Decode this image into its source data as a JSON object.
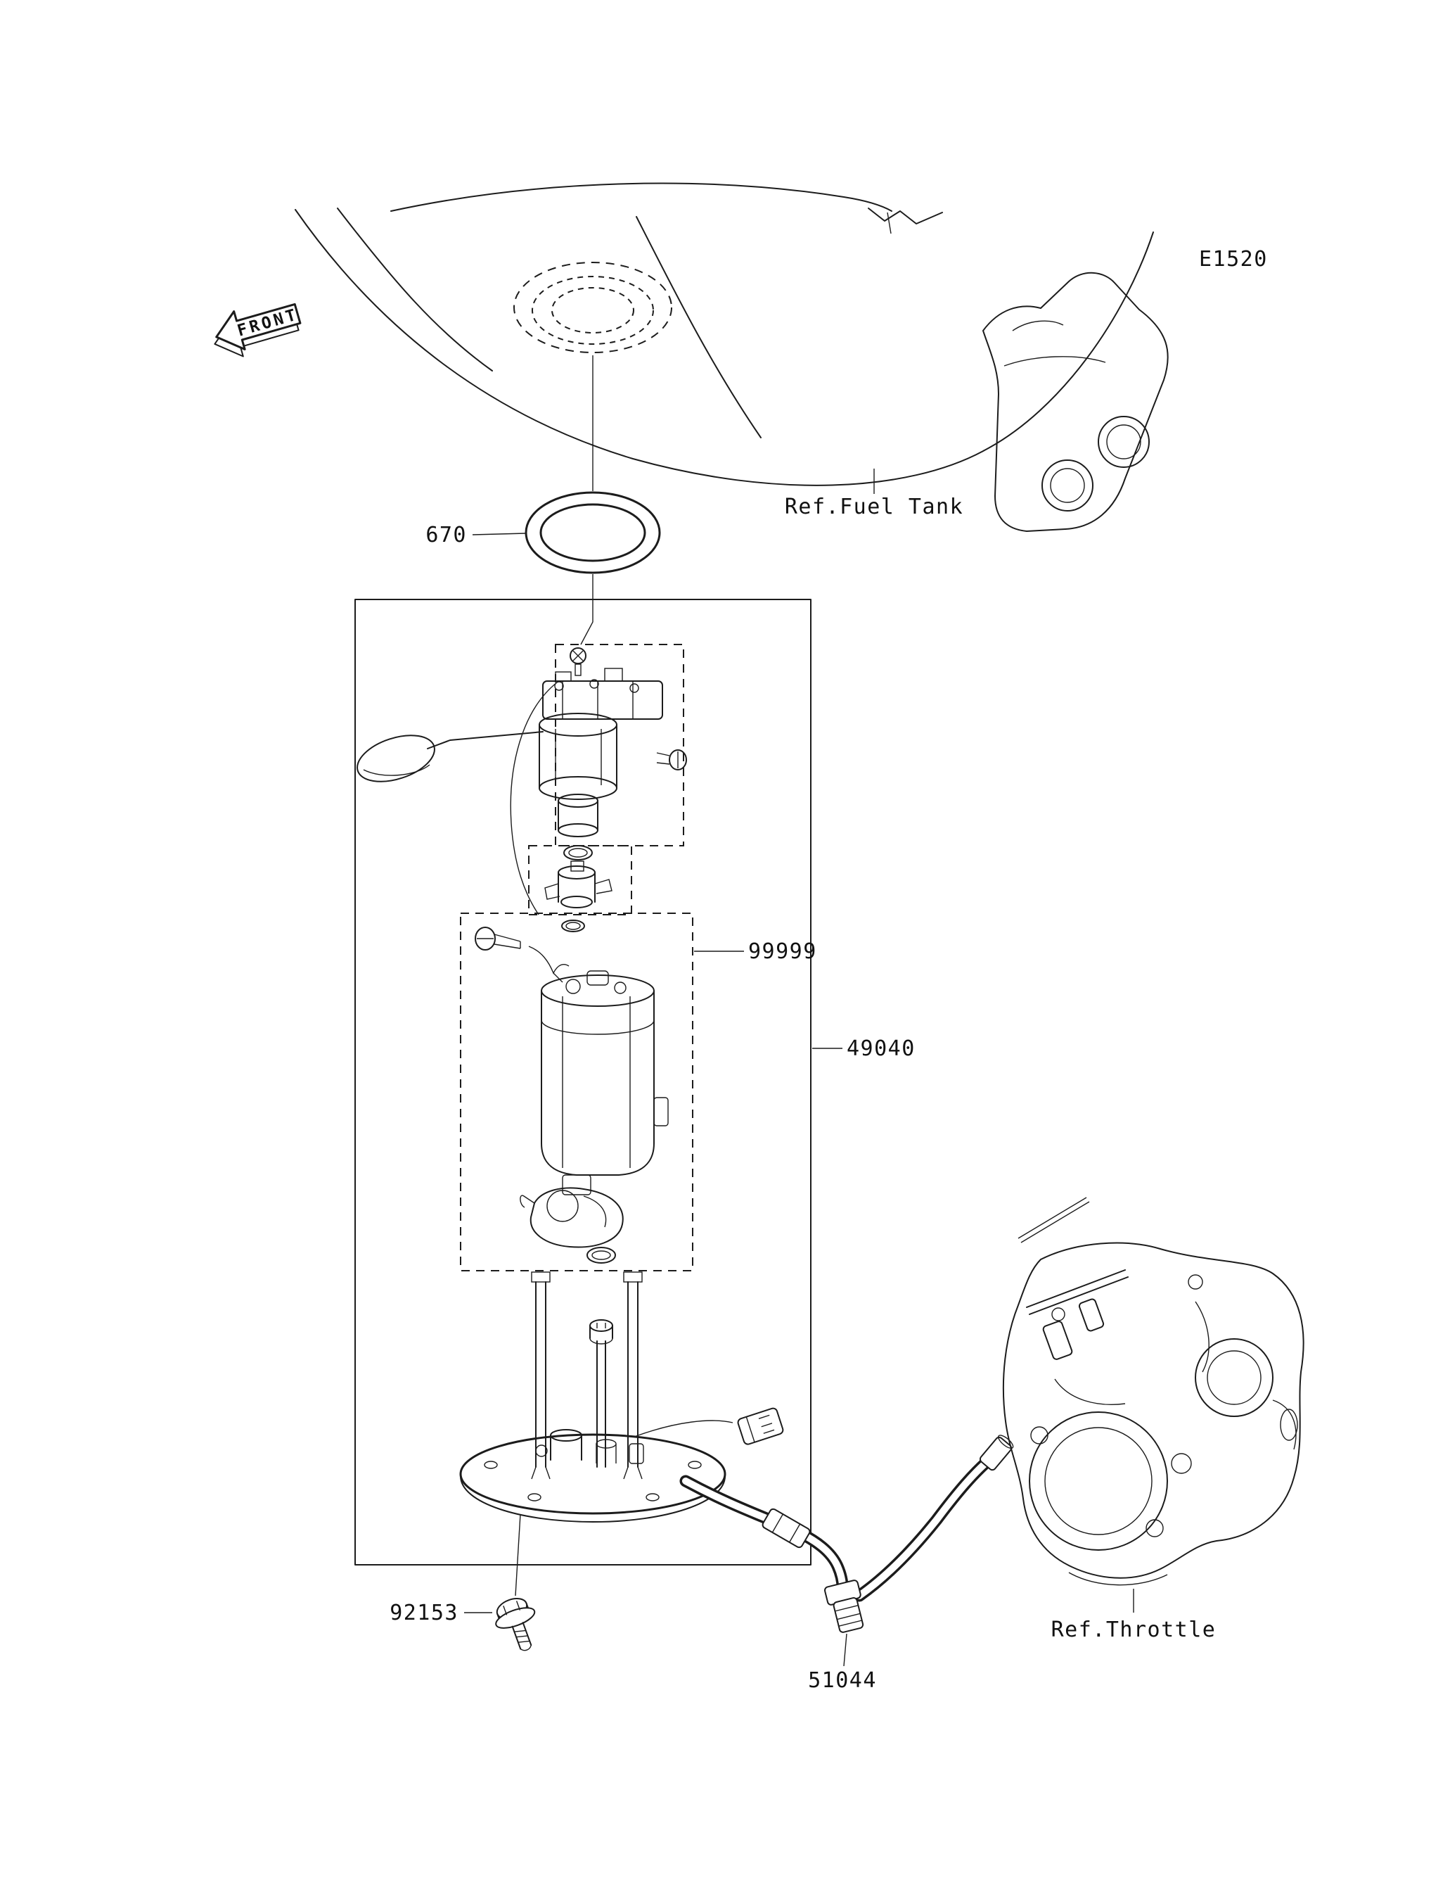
{
  "diagram": {
    "page_code": "E1520",
    "front_label": "FRONT",
    "refs": {
      "fuel_tank": "Ref.Fuel Tank",
      "throttle": "Ref.Throttle"
    },
    "parts": [
      {
        "number": "670"
      },
      {
        "number": "99999"
      },
      {
        "number": "49040"
      },
      {
        "number": "92153"
      },
      {
        "number": "51044"
      }
    ],
    "colors": {
      "line": "#1c1c1c",
      "text": "#111111",
      "background": "#ffffff"
    }
  }
}
